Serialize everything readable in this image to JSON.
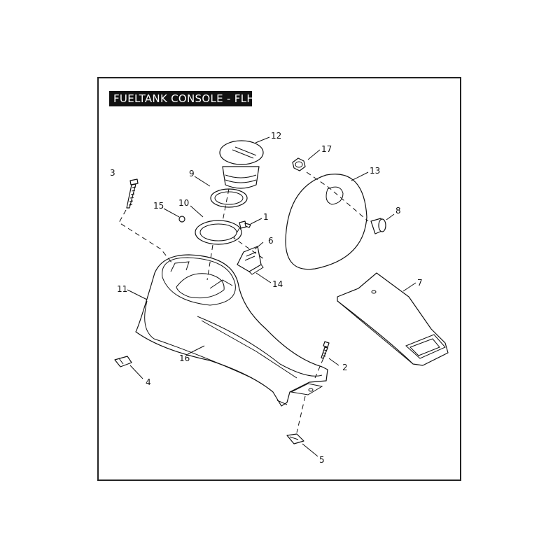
{
  "title": "FUELTANK CONSOLE - FLHT",
  "callouts": {
    "c1": "1",
    "c2": "2",
    "c3": "3",
    "c4": "4",
    "c5": "5",
    "c6": "6",
    "c7": "7",
    "c8": "8",
    "c9": "9",
    "c10": "10",
    "c11": "11",
    "c12": "12",
    "c13": "13",
    "c14": "14",
    "c15": "15",
    "c16": "16",
    "c17": "17"
  }
}
